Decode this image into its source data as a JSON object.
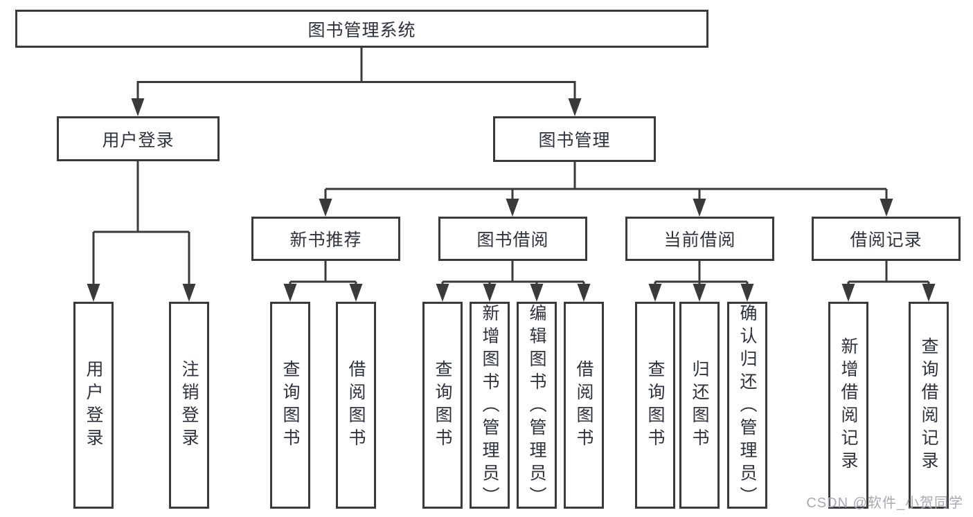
{
  "diagram": {
    "root": {
      "label": "图书管理系统"
    },
    "branches": [
      {
        "label": "用户登录",
        "children": [
          {
            "label": "用户登录"
          },
          {
            "label": "注销登录"
          }
        ]
      },
      {
        "label": "图书管理",
        "sections": [
          {
            "label": "新书推荐",
            "children": [
              {
                "label": "查询图书"
              },
              {
                "label": "借阅图书"
              }
            ]
          },
          {
            "label": "图书借阅",
            "children": [
              {
                "label": "查询图书"
              },
              {
                "label": "新增图书（管理员）"
              },
              {
                "label": "编辑图书（管理员）"
              },
              {
                "label": "借阅图书"
              }
            ]
          },
          {
            "label": "当前借阅",
            "children": [
              {
                "label": "查询图书"
              },
              {
                "label": "归还图书"
              },
              {
                "label": "确认归还（管理员）"
              }
            ]
          },
          {
            "label": "借阅记录",
            "children": [
              {
                "label": "新增借阅记录"
              },
              {
                "label": "查询借阅记录"
              }
            ]
          }
        ]
      }
    ]
  },
  "watermark": {
    "text": "CSDN @软件_小贺同学"
  },
  "colors": {
    "line": "#3a3a3a",
    "text": "#2e323a",
    "watermark": "#a6aab2",
    "background": "#ffffff"
  }
}
